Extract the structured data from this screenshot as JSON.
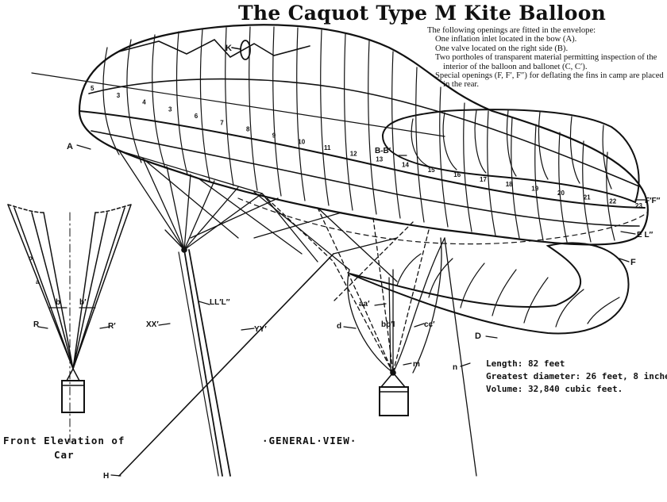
{
  "title": "The Caquot Type M Kite Balloon",
  "notes": {
    "intro": "The following openings are fitted in the envelope:",
    "items": [
      "One inflation inlet located in the bow (A).",
      "One valve located on the right side (B).",
      "Two portholes of transparent material permitting inspection of the interior of the balloon and ballonet (C, C′).",
      "Special openings (F, F′, F″) for deflating the fins in camp are placed in the rear."
    ]
  },
  "specs": {
    "length": "Length: 82 feet",
    "diameter": "Greatest diameter: 26 feet, 8 inches.",
    "volume": "Volume: 32,840 cubic feet."
  },
  "captions": {
    "front_line1": "Front Elevation of",
    "front_line2": "Car",
    "general": "·GENERAL·VIEW·"
  },
  "labels": {
    "A": "A",
    "K": "K",
    "BB": "B-B′",
    "FF": "F′F″",
    "EL": "E L″",
    "F": "F",
    "D": "D",
    "XX": "XX′",
    "LL": "LL′L″",
    "YY": "YY′",
    "d": "d",
    "aa": "aa′",
    "bb": "bb′I",
    "cc": "cc′",
    "m": "m",
    "n": "n",
    "H": "H",
    "b_left": "b",
    "b_right": "b′",
    "R_left": "R",
    "R_right": "R′",
    "front_a": "a",
    "front_o": "o"
  },
  "gore_numbers": [
    "5",
    "3",
    "4",
    "3",
    "6",
    "7",
    "8",
    "9",
    "10",
    "11",
    "12",
    "13",
    "14",
    "15",
    "16",
    "17",
    "18",
    "19",
    "20",
    "21",
    "22",
    "23"
  ]
}
